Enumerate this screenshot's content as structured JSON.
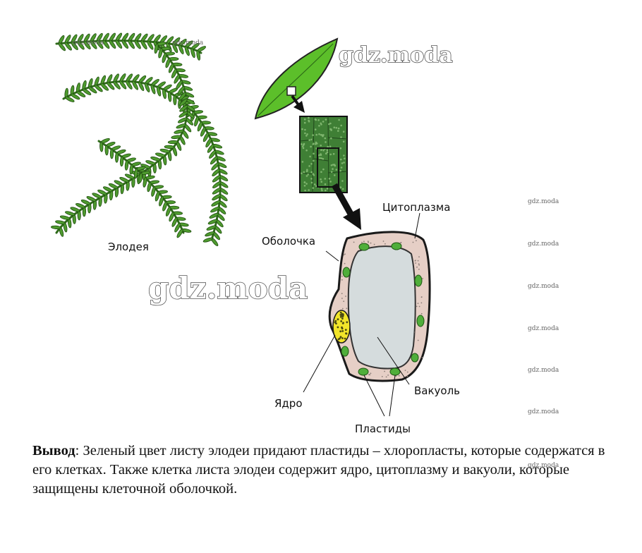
{
  "labels": {
    "elodea": "Элодея",
    "cytoplasm": "Цитоплазма",
    "membrane": "Оболочка",
    "nucleus": "Ядро",
    "vacuole": "Вакуоль",
    "plastids": "Пластиды"
  },
  "watermarks": {
    "large": "gdz.moda",
    "small": "gdz.moda"
  },
  "conclusion": {
    "heading": "Вывод",
    "text": ": Зеленый цвет листу элодеи придают пластиды – хлоропласты, которые содержатся в его клетках. Также клетка листа элодеи содержит ядро, цитоплазму и вакуоли, которые защищены клеточной оболочкой."
  },
  "colors": {
    "leaf": "#5cbf2a",
    "plant": "#3e7d22",
    "cell_wall": "#e6cfc6",
    "vacuole": "#d5dcdd",
    "chloroplast": "#4fae3a",
    "nucleus": "#f2e52a"
  }
}
